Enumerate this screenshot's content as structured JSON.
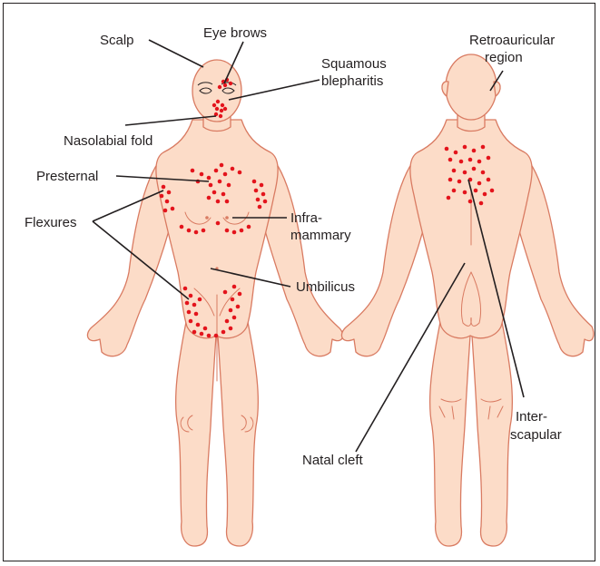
{
  "labels": {
    "scalp": "Scalp",
    "eye_brows": "Eye brows",
    "squamous_1": "Squamous",
    "squamous_2": "blepharitis",
    "nasolabial": "Nasolabial fold",
    "presternal": "Presternal",
    "flexures": "Flexures",
    "inframammary_1": "Infra-",
    "inframammary_2": "mammary",
    "umbilicus": "Umbilicus",
    "retroauricular_1": "Retroauricular",
    "retroauricular_2": "region",
    "interscapular_1": "Inter-",
    "interscapular_2": "scapular",
    "natal_cleft": "Natal cleft"
  },
  "colors": {
    "skin_fill": "#fcdcc8",
    "skin_outline": "#d97b62",
    "lesion_dot": "#e3141c",
    "text": "#231f20"
  }
}
